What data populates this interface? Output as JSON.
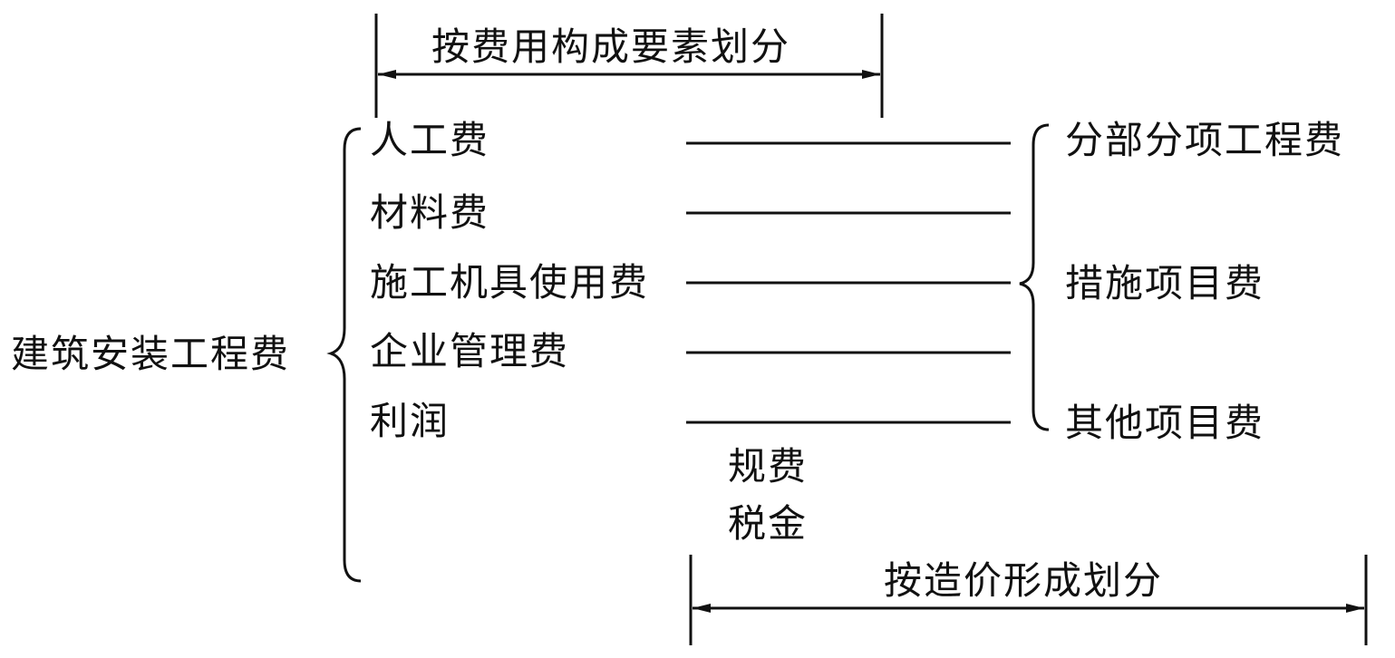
{
  "top_span_label": "按费用构成要素划分",
  "bottom_span_label": "按造价形成划分",
  "root_label": "建筑安装工程费",
  "left_items": [
    "人工费",
    "材料费",
    "施工机具使用费",
    "企业管理费",
    "利润"
  ],
  "extra_items": [
    "规费",
    "税金"
  ],
  "right_items": [
    "分部分项工程费",
    "措施项目费",
    "其他项目费"
  ],
  "colors": {
    "ink": "#111111",
    "background": "#ffffff"
  }
}
